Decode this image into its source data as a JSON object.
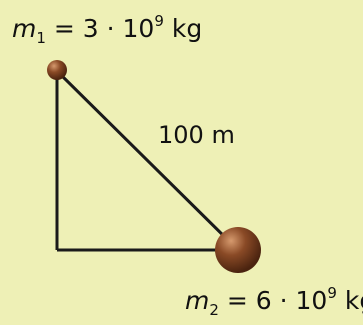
{
  "mass1": {
    "symbol": "m",
    "subscript": "1",
    "equals": "=",
    "coefficient": "3",
    "times": "·",
    "base": "10",
    "exponent": "9",
    "unit": "kg"
  },
  "mass2": {
    "symbol": "m",
    "subscript": "2",
    "equals": "=",
    "coefficient": "6",
    "times": "·",
    "base": "10",
    "exponent": "9",
    "unit": "kg"
  },
  "distance_label": "100 m",
  "colors": {
    "background": "#eef0b6",
    "line": "#1a1a1a",
    "sphere": "#8a4a26",
    "sphere_highlight": "#d69a6e",
    "sphere_shadow": "#4a230f"
  }
}
